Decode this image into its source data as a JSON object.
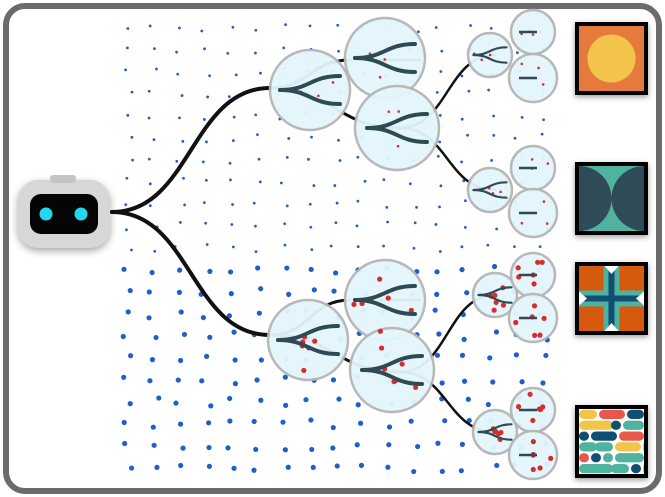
{
  "diagram": {
    "agent_icon": "robot-icon",
    "colors": {
      "frame": "#6b6b6b",
      "tree_line": "#111111",
      "subtree_line": "#2e4a55",
      "node_fill": "#e3f6fb",
      "node_stroke": "#b5b5b5",
      "dot_blue": "#1f5fcc",
      "dot_red": "#d92b2b",
      "robot_eye": "#22d8f0"
    },
    "leaf_images": [
      {
        "name": "orange-yellow-circle-tile",
        "colors": [
          "#e57a3c",
          "#f2c54a"
        ]
      },
      {
        "name": "teal-slate-arches-tile",
        "colors": [
          "#4fb3a0",
          "#2f4b57"
        ]
      },
      {
        "name": "orange-teal-cross-tile",
        "colors": [
          "#d65a0e",
          "#4fb3a0",
          "#124e74"
        ]
      },
      {
        "name": "pill-pattern-tile",
        "colors": [
          "#4fb3a0",
          "#e8584a",
          "#124e74",
          "#f2c54a"
        ]
      }
    ]
  }
}
